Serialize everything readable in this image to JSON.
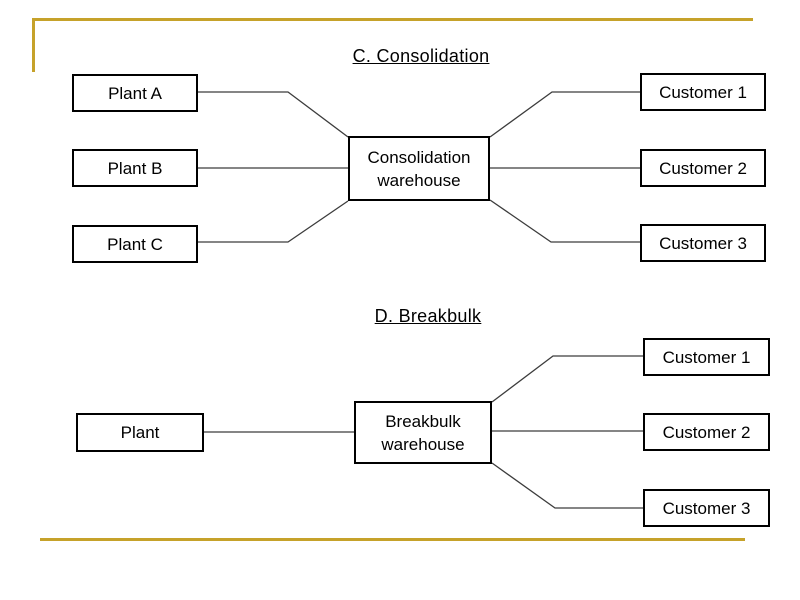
{
  "colors": {
    "accent_gold": "#C6A22A",
    "connector_line": "#3C3C3C",
    "box_border": "#000000",
    "background": "#FFFFFF"
  },
  "diagrams": [
    {
      "title": "C. Consolidation",
      "plants": [
        "Plant A",
        "Plant B",
        "Plant C"
      ],
      "hub": {
        "line1": "Consolidation",
        "line2": "warehouse"
      },
      "customers": [
        "Customer 1",
        "Customer 2",
        "Customer 3"
      ]
    },
    {
      "title": "D. Breakbulk",
      "plants": [
        "Plant"
      ],
      "hub": {
        "line1": "Breakbulk",
        "line2": "warehouse"
      },
      "customers": [
        "Customer 1",
        "Customer 2",
        "Customer 3"
      ]
    }
  ]
}
